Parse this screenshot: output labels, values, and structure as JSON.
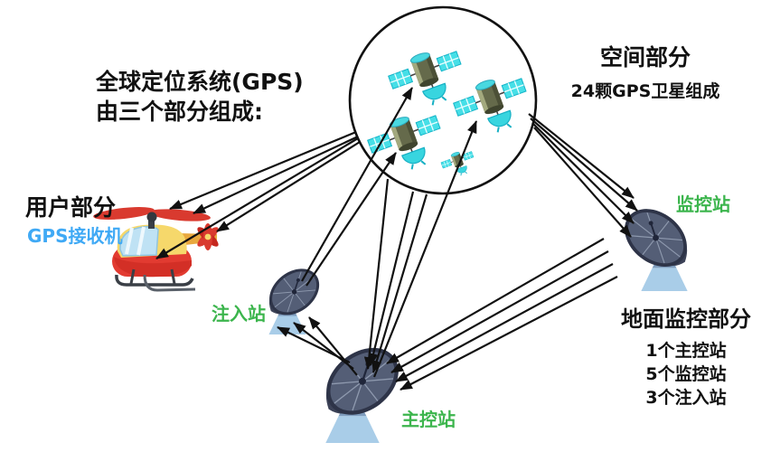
{
  "title": {
    "line1": "全球定位系统(GPS)",
    "line2": "由三个部分组成:"
  },
  "space_segment": {
    "label": "空间部分",
    "desc": "24颗GPS卫星组成",
    "satellite_count": 4
  },
  "user_segment": {
    "label": "用户部分",
    "device": "GPS接收机"
  },
  "ground_segment": {
    "label": "地面监控部分",
    "items": [
      "1个主控站",
      "5个监控站",
      "3个注入站"
    ]
  },
  "stations": {
    "monitor": "监控站",
    "injection": "注入站",
    "master": "主控站"
  },
  "colors": {
    "station_label_green": "#3cb54d",
    "device_label_blue": "#3fa9f5",
    "text_black": "#111111",
    "arrow_black": "#111111",
    "satellite_panel_cyan": "#46dfe7",
    "satellite_body_olive": "#656a4b",
    "dish_gray": "#545e76",
    "dish_base_blue": "#a9cde8",
    "helicopter_red": "#e23b31",
    "helicopter_yellow": "#f6d86b"
  }
}
